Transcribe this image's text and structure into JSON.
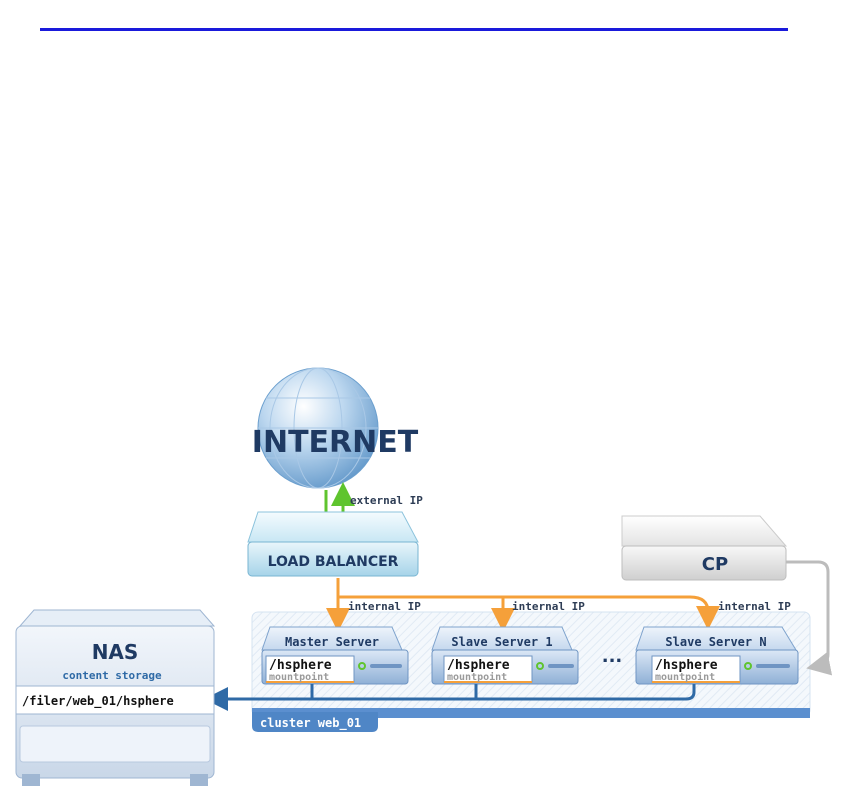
{
  "internet": {
    "label": "INTERNET"
  },
  "links": {
    "external_ip": "external IP",
    "internal_ip_1": "internal IP",
    "internal_ip_2": "internal IP",
    "internal_ip_3": "internal IP"
  },
  "load_balancer": {
    "label": "LOAD BALANCER"
  },
  "cp": {
    "label": "CP"
  },
  "servers": [
    {
      "name": "Master Server",
      "path": "/hsphere",
      "sub": "mountpoint"
    },
    {
      "name": "Slave Server 1",
      "path": "/hsphere",
      "sub": "mountpoint"
    },
    {
      "name": "Slave Server N",
      "path": "/hsphere",
      "sub": "mountpoint"
    }
  ],
  "ellipsis": "...",
  "cluster": {
    "label": "cluster web_01"
  },
  "nas": {
    "title": "NAS",
    "subtitle": "content storage",
    "path": "/filer/web_01/hsphere"
  },
  "colors": {
    "top_rule": "#1a1adb",
    "green_arrow": "#5fc42e",
    "orange_arrow": "#f5a03a",
    "blue_link": "#2f6aa6",
    "gray_link": "#bcbcbc",
    "dark_label": "#1f3a63"
  }
}
